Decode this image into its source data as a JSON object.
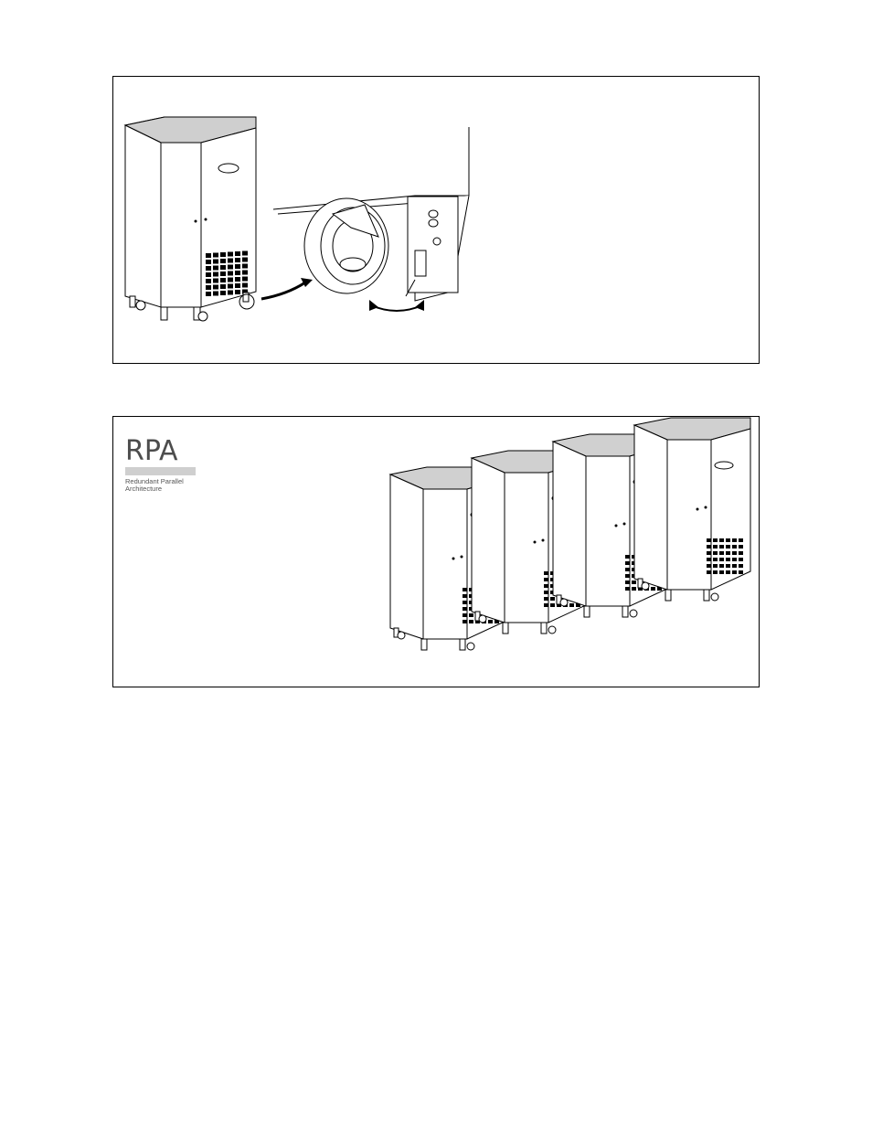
{
  "logo": {
    "title": "RPA",
    "subtitle_line1": "Redundant Parallel",
    "subtitle_line2": "Architecture"
  },
  "figures": [
    {
      "name": "caster-detail-figure",
      "icons": [
        "ups-cabinet-icon",
        "caster-wheel-icon",
        "curved-arrow-icon",
        "rotation-arrow-icon"
      ]
    },
    {
      "name": "parallel-cabinets-figure",
      "icons": [
        "ups-cabinet-icon",
        "ups-cabinet-icon",
        "ups-cabinet-icon",
        "ups-cabinet-icon"
      ]
    }
  ]
}
